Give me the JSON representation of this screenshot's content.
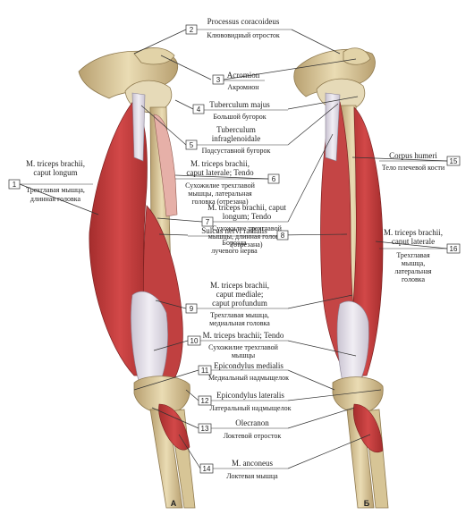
{
  "labels": [
    {
      "num": "1",
      "lat": [
        "M. triceps brachii,",
        "caput longum"
      ],
      "rus": [
        "Трехглавая мышца,",
        "длинная головка"
      ]
    },
    {
      "num": "2",
      "lat": [
        "Processus coracoideus"
      ],
      "rus": [
        "Клювовидный отросток"
      ]
    },
    {
      "num": "3",
      "lat": [
        "Acromion"
      ],
      "rus": [
        "Акромион"
      ]
    },
    {
      "num": "4",
      "lat": [
        "Tuberculum majus"
      ],
      "rus": [
        "Большой бугорок"
      ]
    },
    {
      "num": "5",
      "lat": [
        "Tuberculum",
        "infraglenoidale"
      ],
      "rus": [
        "Подсуставной бугорок"
      ]
    },
    {
      "num": "6",
      "lat": [
        "M. triceps brachii,",
        "caput laterale; Tendo"
      ],
      "rus": [
        "Сухожилие трехглавой",
        "мышцы, латеральная",
        "головка (отрезана)"
      ]
    },
    {
      "num": "7",
      "lat": [
        "M. triceps brachii, caput",
        "longum; Tendo"
      ],
      "rus": [
        "Сухожилие трехглавой",
        "мышцы, длинная головка",
        "(отрезана)"
      ]
    },
    {
      "num": "8",
      "lat": [
        "Sulcus nervi radialis"
      ],
      "rus": [
        "Борозда",
        "лучевого нерва"
      ]
    },
    {
      "num": "9",
      "lat": [
        "M. triceps brachii,",
        "caput mediale;",
        "caput profundum"
      ],
      "rus": [
        "Трехглавая мышца,",
        "медиальная головка"
      ]
    },
    {
      "num": "10",
      "lat": [
        "M. triceps brachii; Tendo"
      ],
      "rus": [
        "Сухожилие трехглавой",
        "мышцы"
      ]
    },
    {
      "num": "11",
      "lat": [
        "Epicondylus medialis"
      ],
      "rus": [
        "Медиальный надмыщелок"
      ]
    },
    {
      "num": "12",
      "lat": [
        "Epicondylus lateralis"
      ],
      "rus": [
        "Латеральный надмыщелок"
      ]
    },
    {
      "num": "13",
      "lat": [
        "Olecranon"
      ],
      "rus": [
        "Локтевой отросток"
      ]
    },
    {
      "num": "14",
      "lat": [
        "M. anconeus"
      ],
      "rus": [
        "Локтевая мышца"
      ]
    },
    {
      "num": "15",
      "lat": [
        "Corpus humeri"
      ],
      "rus": [
        "Тело плечевой кости"
      ]
    },
    {
      "num": "16",
      "lat": [
        "M. triceps brachii,",
        "caput laterale"
      ],
      "rus": [
        "Трехглавая",
        "мышца,",
        "латеральная",
        "головка"
      ]
    }
  ],
  "panels": {
    "left": "А",
    "right": "Б"
  },
  "colors": {
    "muscle": "#c23a3a",
    "muscle_dark": "#9e2a2a",
    "tendon": "#dcd7e2",
    "bone": "#d9c79c",
    "bone_dark": "#b39a6a",
    "line": "#333333"
  }
}
